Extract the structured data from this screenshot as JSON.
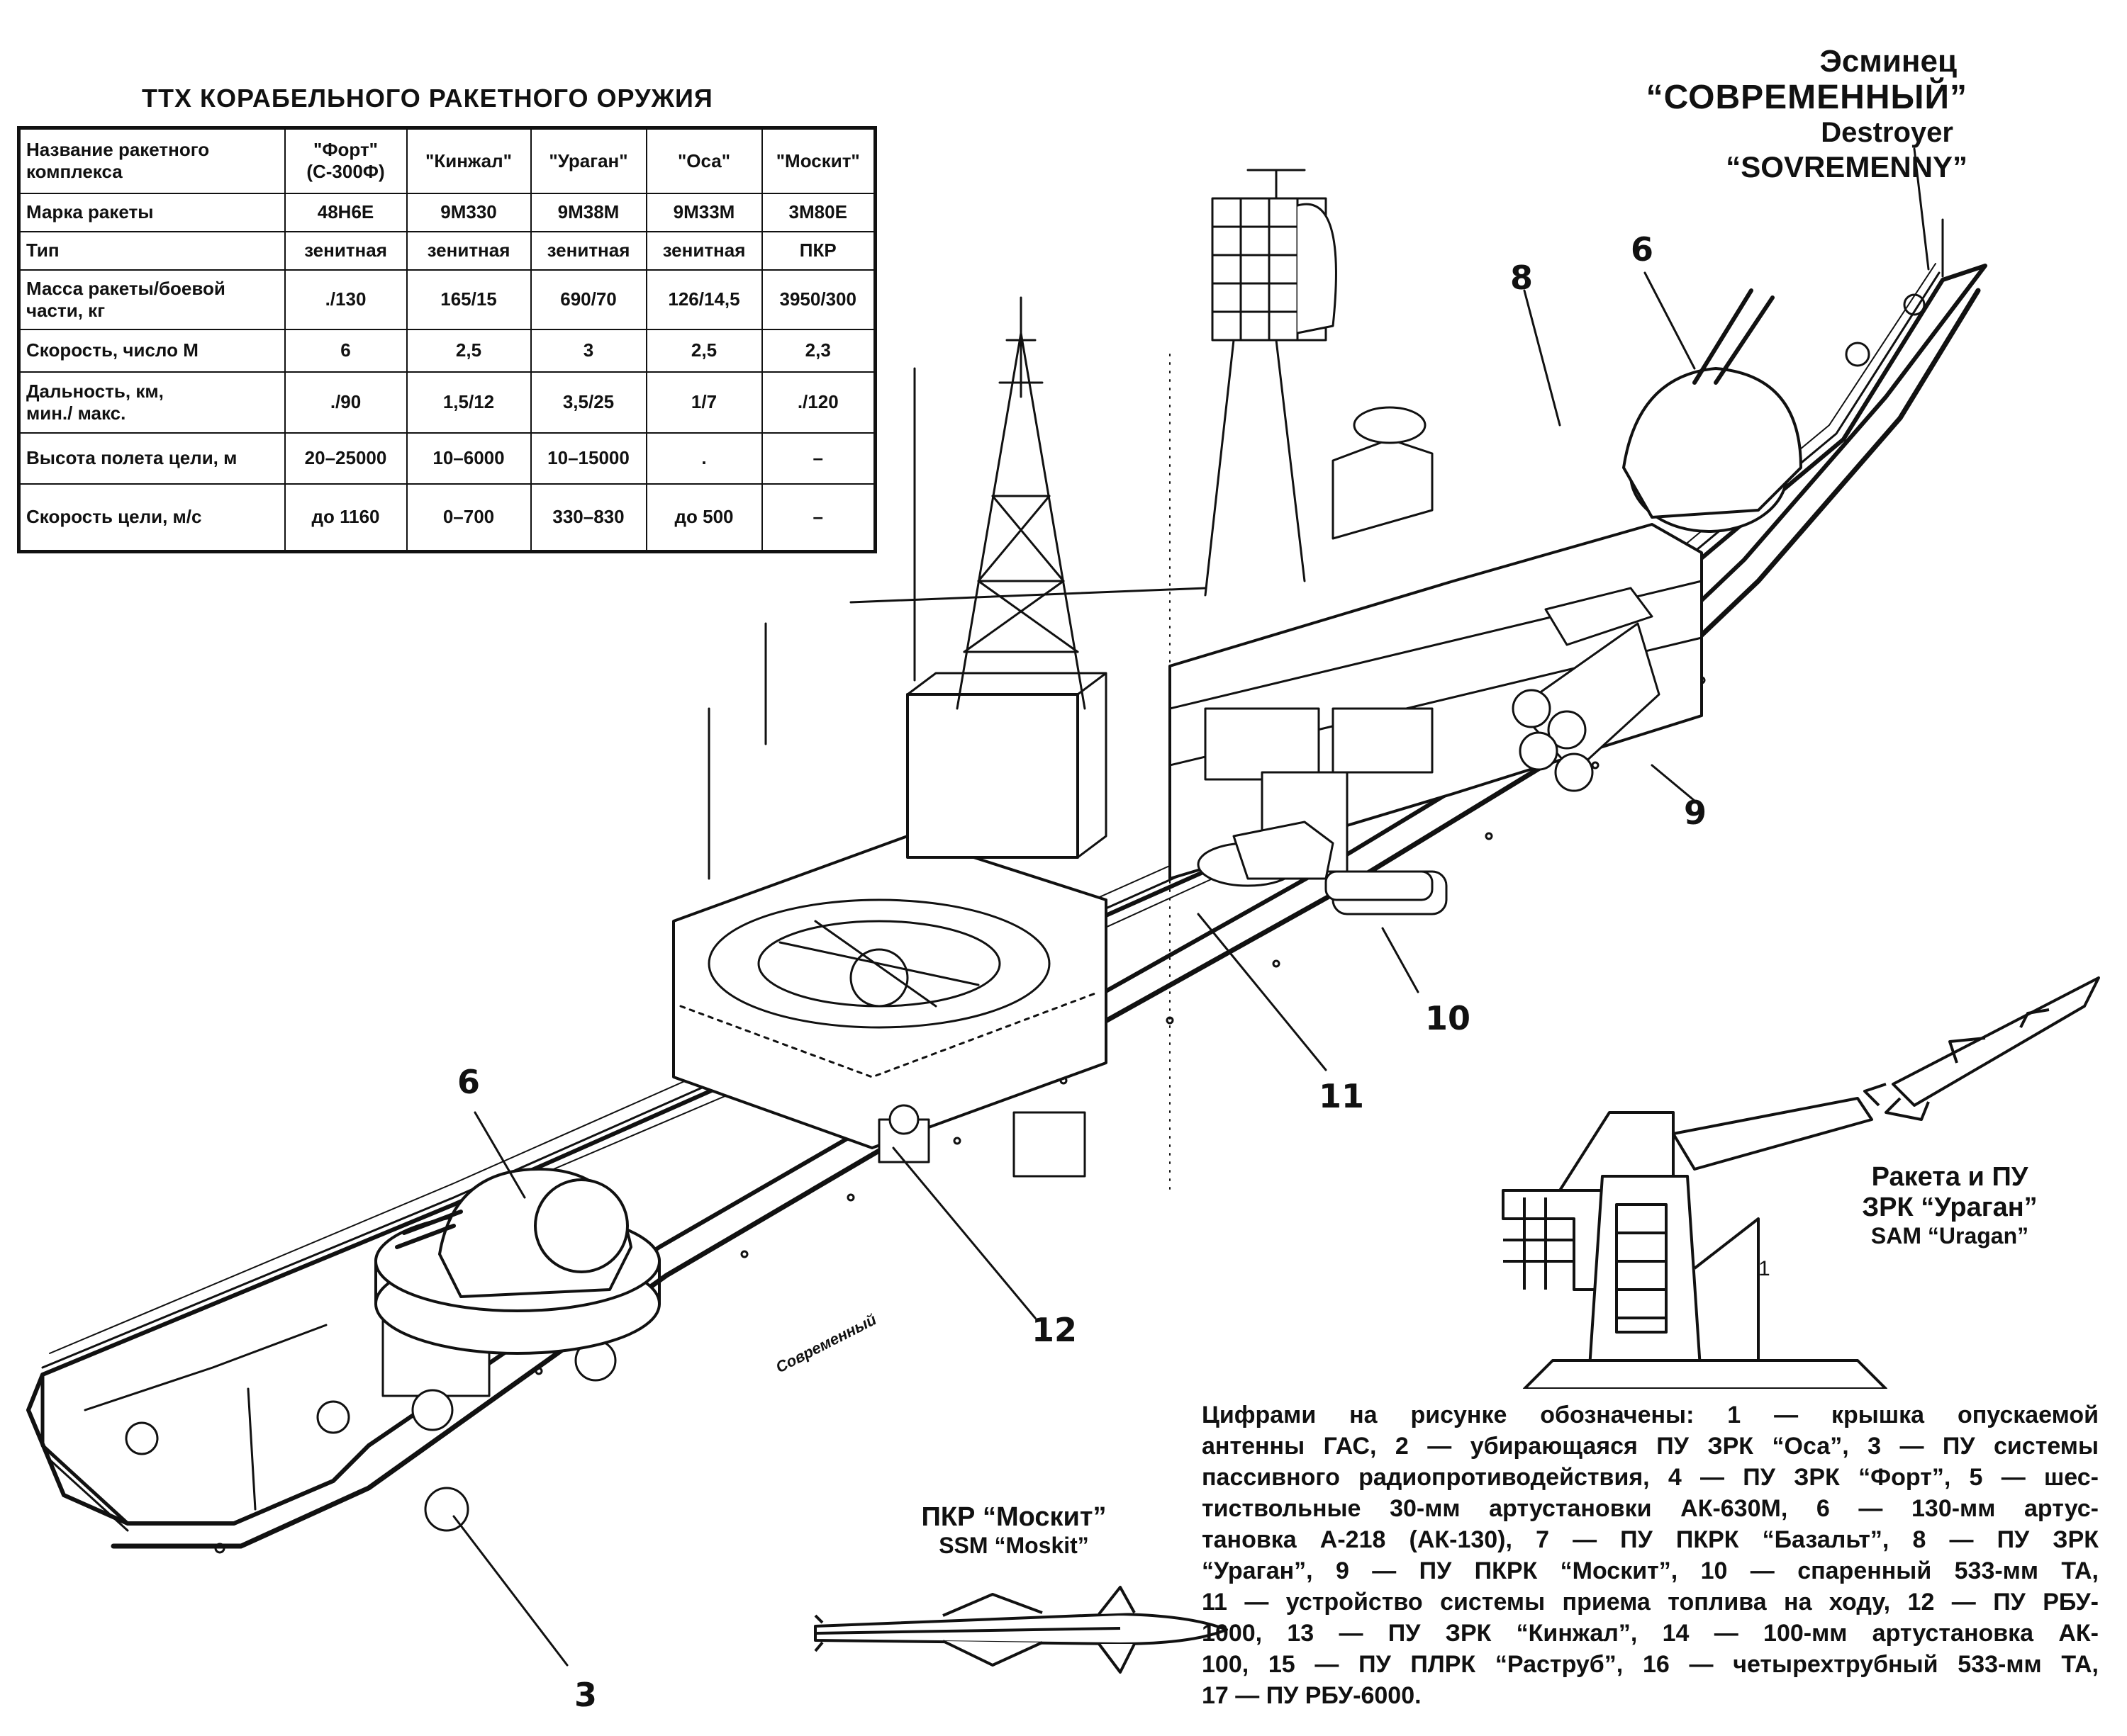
{
  "table": {
    "title": "ТТХ КОРАБЕЛЬНОГО РАКЕТНОГО ОРУЖИЯ",
    "header": {
      "corner": [
        "Название ракетного",
        "комплекса"
      ],
      "systems": [
        [
          "\"Форт\"",
          "(С-300Ф)"
        ],
        [
          "\"Кинжал\""
        ],
        [
          "\"Ураган\""
        ],
        [
          "\"Оса\""
        ],
        [
          "\"Москит\""
        ]
      ]
    },
    "rows": [
      {
        "label": [
          "Марка ракеты"
        ],
        "values": [
          "48Н6Е",
          "9М330",
          "9М38М",
          "9М33М",
          "3М80Е"
        ]
      },
      {
        "label": [
          "Тип"
        ],
        "values": [
          "зенитная",
          "зенитная",
          "зенитная",
          "зенитная",
          "ПКР"
        ]
      },
      {
        "label": [
          "Масса ракеты/боевой",
          "части, кг"
        ],
        "values": [
          "./130",
          "165/15",
          "690/70",
          "126/14,5",
          "3950/300"
        ]
      },
      {
        "label": [
          "Скорость, число М"
        ],
        "values": [
          "6",
          "2,5",
          "3",
          "2,5",
          "2,3"
        ]
      },
      {
        "label": [
          "Дальность, км,",
          "мин./ макс."
        ],
        "values": [
          "./90",
          "1,5/12",
          "3,5/25",
          "1/7",
          "./120"
        ]
      },
      {
        "label": [
          "Высота полета цели, м"
        ],
        "values": [
          "20–25000",
          "10–6000",
          "10–15000",
          ".",
          "–"
        ]
      },
      {
        "label": [
          "Скорость цели, м/с"
        ],
        "values": [
          "до 1160",
          "0–700",
          "330–830",
          "до 500",
          "–"
        ]
      }
    ]
  },
  "ship_title": {
    "ru_line1": "Эсминец",
    "ru_line2": "“СОВРЕМЕННЫЙ”",
    "en_line1": "Destroyer",
    "en_line2": "“SOVREMENNY”"
  },
  "callouts": {
    "n6_top": "6",
    "n8": "8",
    "n9": "9",
    "n10": "10",
    "n11": "11",
    "n6_bottom": "6",
    "n12": "12",
    "n3": "3"
  },
  "hull_name": "Современный",
  "uragan_caption": {
    "line1": "Ракета и ПУ",
    "line2": "ЗРК “Ураган”",
    "line3": "SAM “Uragan”"
  },
  "moskit_caption": {
    "line1": "ПКР “Москит”",
    "line2": "SSM “Moskit”"
  },
  "legend": {
    "lines": [
      "Цифрами на рисунке обозначены: 1 — крышка опускаемой",
      "антенны ГАС, 2 — убирающаяся ПУ ЗРК “Оса”, 3 — ПУ системы",
      "пассивного радиопротиводействия, 4 — ПУ ЗРК “Форт”, 5 — шес-",
      "тиствольные 30-мм артустановки АК-630М, 6 — 130-мм артус-",
      "тановка А-218 (АК-130), 7 — ПУ ПКРК “Базальт”, 8 — ПУ ЗРК",
      "“Ураган”, 9 — ПУ ПКРК “Москит”, 10 — спаренный 533-мм ТА,",
      "11 — устройство системы приема топлива на ходу, 12 — ПУ РБУ-",
      "1000, 13 — ПУ ЗРК “Кинжал”, 14 — 100-мм артустановка АК-",
      "100, 15 — ПУ ПЛРК “Раструб”, 16 — четырехтрубный 533-мм ТА,",
      "17 — ПУ РБУ-6000."
    ]
  },
  "launcher_marking": "1"
}
